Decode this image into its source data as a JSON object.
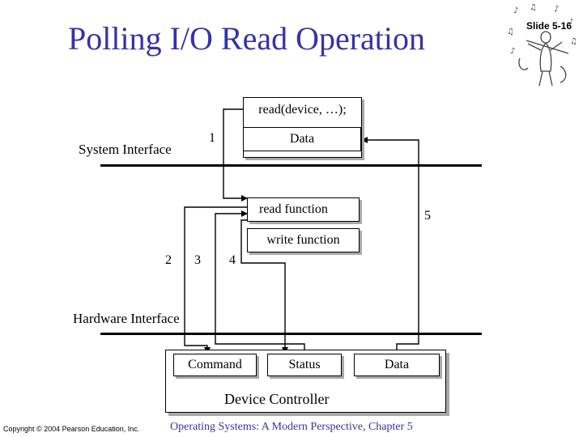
{
  "title": "Polling I/O Read Operation",
  "slide_number": "Slide 5-16",
  "logo_icon": "musician-logo-icon",
  "accent_color": "#3333aa",
  "layers": {
    "system_interface": "System Interface",
    "hardware_interface": "Hardware Interface"
  },
  "boxes": {
    "read_call": "read(device, …);",
    "data": "Data",
    "read_function": "read function",
    "write_function": "write function",
    "command": "Command",
    "status": "Status",
    "device_data": "Data",
    "device_controller": "Device Controller"
  },
  "steps": [
    "1",
    "2",
    "3",
    "4",
    "5"
  ],
  "footer": {
    "copyright": "Copyright © 2004 Pearson Education, Inc.",
    "course": "Operating Systems: A Modern Perspective, Chapter 5"
  }
}
